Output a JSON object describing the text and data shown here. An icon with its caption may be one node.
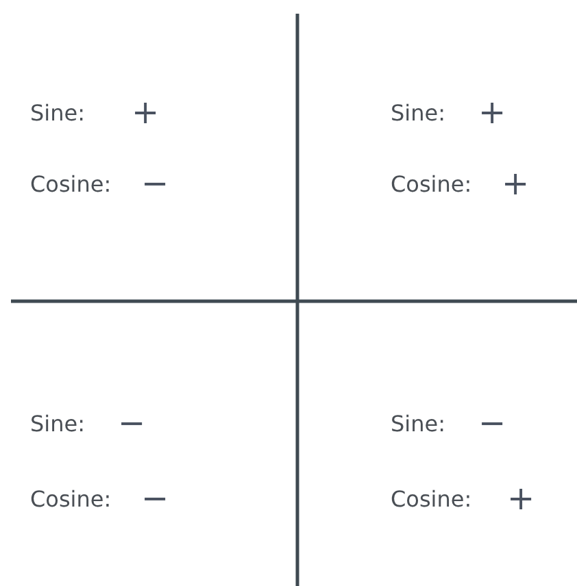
{
  "diagram": {
    "labels": [
      "Sine:",
      "+",
      "Sine:",
      "+",
      "Cosine:",
      "−",
      "Cosine:",
      "+",
      "Sine:",
      "−",
      "Sine:",
      "−",
      "Cosine:",
      "−",
      "Cosine:",
      "+"
    ]
  }
}
